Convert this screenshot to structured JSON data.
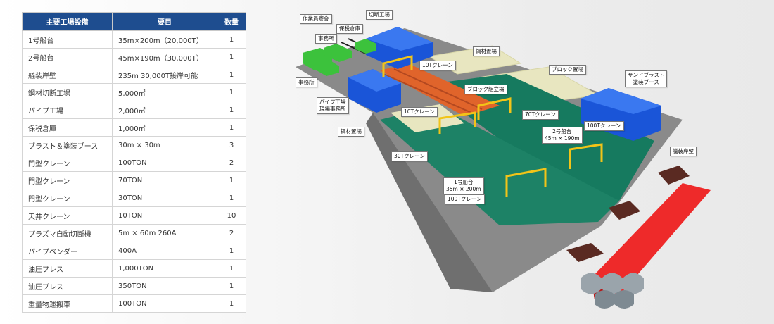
{
  "table": {
    "headers": [
      "主要工場設備",
      "要目",
      "数量"
    ],
    "rows": [
      [
        "1号船台",
        "35m×200m（20,000T）",
        "1"
      ],
      [
        "2号船台",
        "45m×190m（30,000T）",
        "1"
      ],
      [
        "艤装岸壁",
        "235m 30,000T接岸可能",
        "1"
      ],
      [
        "鋼材切断工場",
        "5,000㎡",
        "1"
      ],
      [
        "パイプ工場",
        "2,000㎡",
        "1"
      ],
      [
        "保税倉庫",
        "1,000㎡",
        "1"
      ],
      [
        "ブラスト＆塗装ブース",
        "30m × 30m",
        "3"
      ],
      [
        "門型クレーン",
        "100TON",
        "2"
      ],
      [
        "門型クレーン",
        "70TON",
        "1"
      ],
      [
        "門型クレーン",
        "30TON",
        "1"
      ],
      [
        "天井クレーン",
        "10TON",
        "10"
      ],
      [
        "プラズマ自動切断機",
        "5m × 60m 260A",
        "2"
      ],
      [
        "パイプベンダー",
        "400A",
        "1"
      ],
      [
        "油圧プレス",
        "1,000TON",
        "1"
      ],
      [
        "油圧プレス",
        "350TON",
        "1"
      ],
      [
        "重量物運搬車",
        "100TON",
        "1"
      ]
    ]
  },
  "diagram": {
    "labels": {
      "worker_dorm": "作業員寮舎",
      "office_top": "事務所",
      "bonded_warehouse": "保税倉庫",
      "cutting_shop": "切断工場",
      "steel_yard_top": "鋼材置場",
      "crane_10t_a": "10Tクレーン",
      "block_yard": "ブロック置場",
      "sandblast": "サンドブラスト\n塗装ブース",
      "office_left": "事務所",
      "block_assembly": "ブロック組立場",
      "pipe_shop": "パイプ工場\n現場事務所",
      "crane_10t_b": "10Tクレーン",
      "crane_70t": "70Tクレーン",
      "crane_100t_a": "100Tクレーン",
      "steel_yard_left": "鋼材置場",
      "slip2": "2号船台\n45m × 190m",
      "outfitting_quay": "艤装岸壁",
      "crane_30t": "30Tクレーン",
      "slip1": "1号船台\n35m × 200m",
      "crane_100t_b": "100Tクレーン"
    }
  }
}
